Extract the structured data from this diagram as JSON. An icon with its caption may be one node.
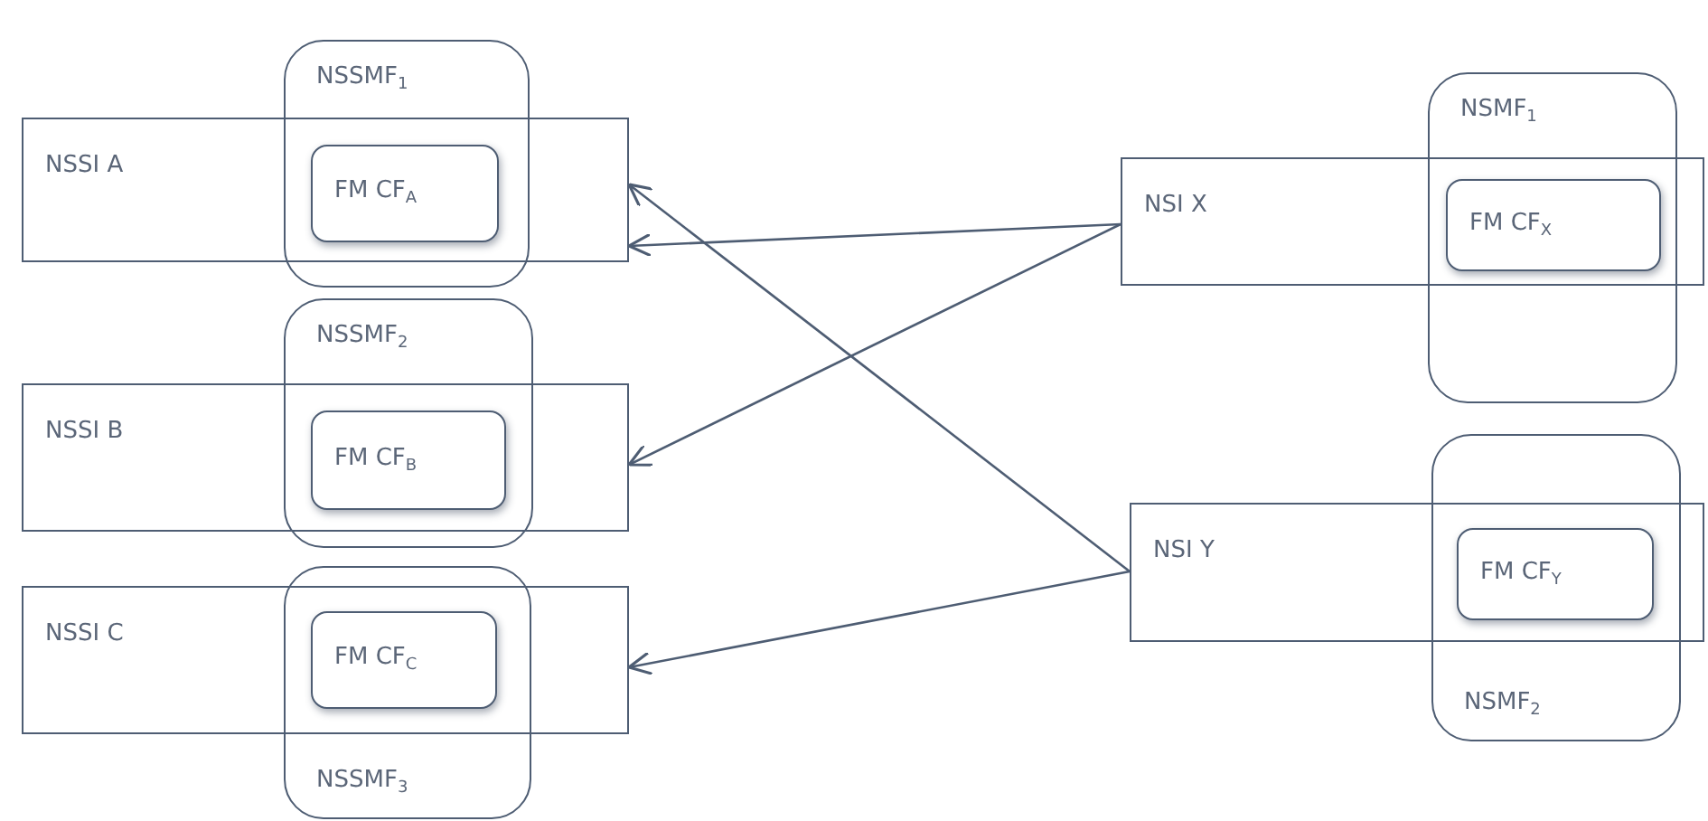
{
  "diagram": {
    "nodes": [
      {
        "text": [
          "NSSMF$_{1}$"
        ]
      },
      {
        "text": [
          "NSSI A"
        ]
      },
      {
        "text": [
          "FM CF$_{A}$"
        ]
      },
      {
        "text": [
          "NSMF$_{1}$"
        ]
      },
      {
        "text": [
          "NSI X"
        ]
      },
      {
        "text": [
          "FM CF$_{X}$"
        ]
      },
      {
        "text": [
          "NSSMF$_{2}$"
        ]
      },
      {
        "text": [
          "NSSI B"
        ]
      },
      {
        "text": [
          "FM CF$_{B}$"
        ]
      },
      {
        "text": [
          "NSMF$_{2}$"
        ]
      },
      {
        "text": [
          "NSI Y"
        ]
      },
      {
        "text": [
          "FM CF$_{Y}$"
        ]
      },
      {
        "text": [
          "NSSI C"
        ]
      },
      {
        "text": [
          "NSSMF$_{3}$"
        ]
      },
      {
        "text": [
          "FM CF$_{C}$"
        ]
      }
    ],
    "edges": [
      {
        "from": 4,
        "to": 1,
        "arrow": "to"
      },
      {
        "from": 4,
        "to": 7,
        "arrow": "to"
      },
      {
        "from": 10,
        "to": 1,
        "arrow": "to"
      },
      {
        "from": 10,
        "to": 12,
        "arrow": "to"
      }
    ]
  }
}
